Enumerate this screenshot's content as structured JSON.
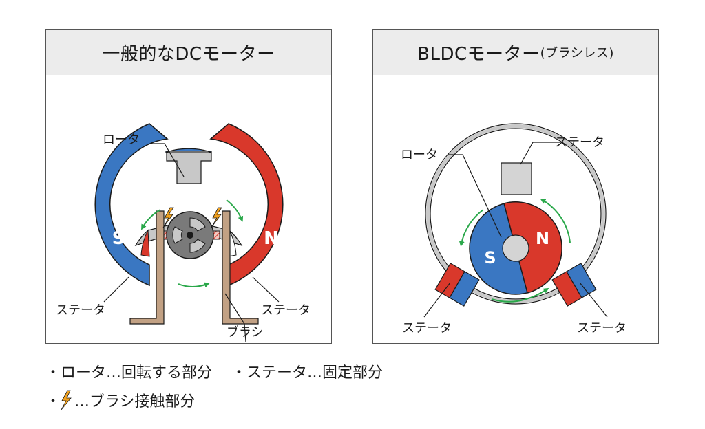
{
  "dc_motor": {
    "title": "一般的なDCモーター",
    "labels": {
      "rotor": "ロータ",
      "stator_left": "ステータ",
      "stator_right": "ステータ",
      "brush": "ブラシ",
      "pole_s": "S",
      "pole_n": "N"
    }
  },
  "bldc_motor": {
    "title": "BLDCモーター",
    "title_suffix": "(ブラシレス)",
    "labels": {
      "stator_top": "ステータ",
      "rotor": "ロータ",
      "stator_left": "ステータ",
      "stator_right": "ステータ",
      "pole_s": "S",
      "pole_n": "N"
    }
  },
  "legend": {
    "bullet": "・",
    "rotor_desc": "ロータ…回転する部分",
    "stator_desc": "ステータ…固定部分",
    "spark_desc": "…ブラシ接触部分"
  },
  "colors": {
    "blue": "#3a77c2",
    "red": "#d9382b",
    "gray": "#c8c8c8",
    "brush": "#c2a184",
    "green": "#2aa84a",
    "spark": "#f2a21f"
  }
}
